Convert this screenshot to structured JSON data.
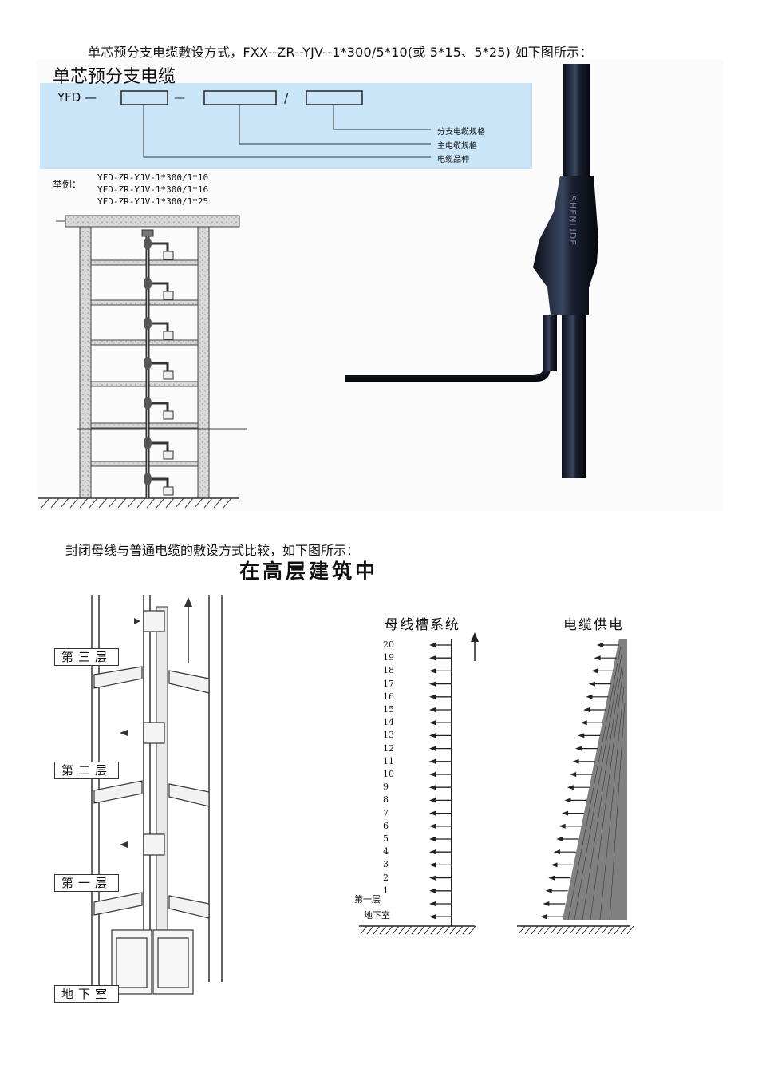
{
  "caption_top": "单芯预分支电缆敷设方式，FXX--ZR--YJV--1*300/5*10(或 5*15、5*25)    如下图所示：",
  "caption_mid": "封闭母线与普通电缆的敷设方式比较，如下图所示：",
  "figure1": {
    "title": "单芯预分支电缆",
    "code_prefix": "YFD",
    "leaders": [
      "分支电缆规格",
      "主电缆规格",
      "电缆品种"
    ],
    "example_label": "举例：",
    "examples": [
      "YFD-ZR-YJV-1*300/1*10",
      "YFD-ZR-YJV-1*300/1*16",
      "YFD-ZR-YJV-1*300/1*25"
    ],
    "brand": "SHENLIDE"
  },
  "figure2": {
    "title": "在高层建筑中",
    "floors_left": [
      "第三层",
      "第二层",
      "第一层",
      "地下室"
    ],
    "busbar_title": "母线槽系统",
    "cable_title": "电缆供电",
    "floor_numbers": [
      "20",
      "19",
      "18",
      "17",
      "16",
      "15",
      "14",
      "13",
      "12",
      "11",
      "10",
      "9",
      "8",
      "7",
      "6",
      "5",
      "4",
      "3",
      "2",
      "1"
    ],
    "floor_first": "第一层",
    "floor_basement": "地下室"
  }
}
